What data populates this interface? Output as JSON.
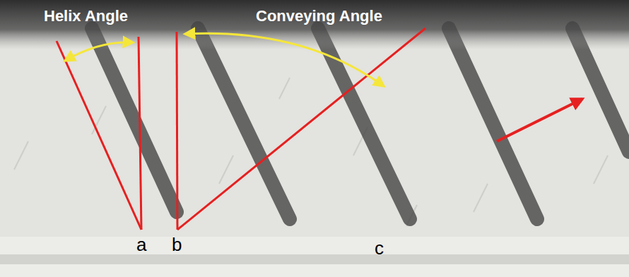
{
  "diagram": {
    "labels": [
      "Helix Angle",
      "Conveying Angle",
      "a",
      "b",
      "c"
    ]
  }
}
